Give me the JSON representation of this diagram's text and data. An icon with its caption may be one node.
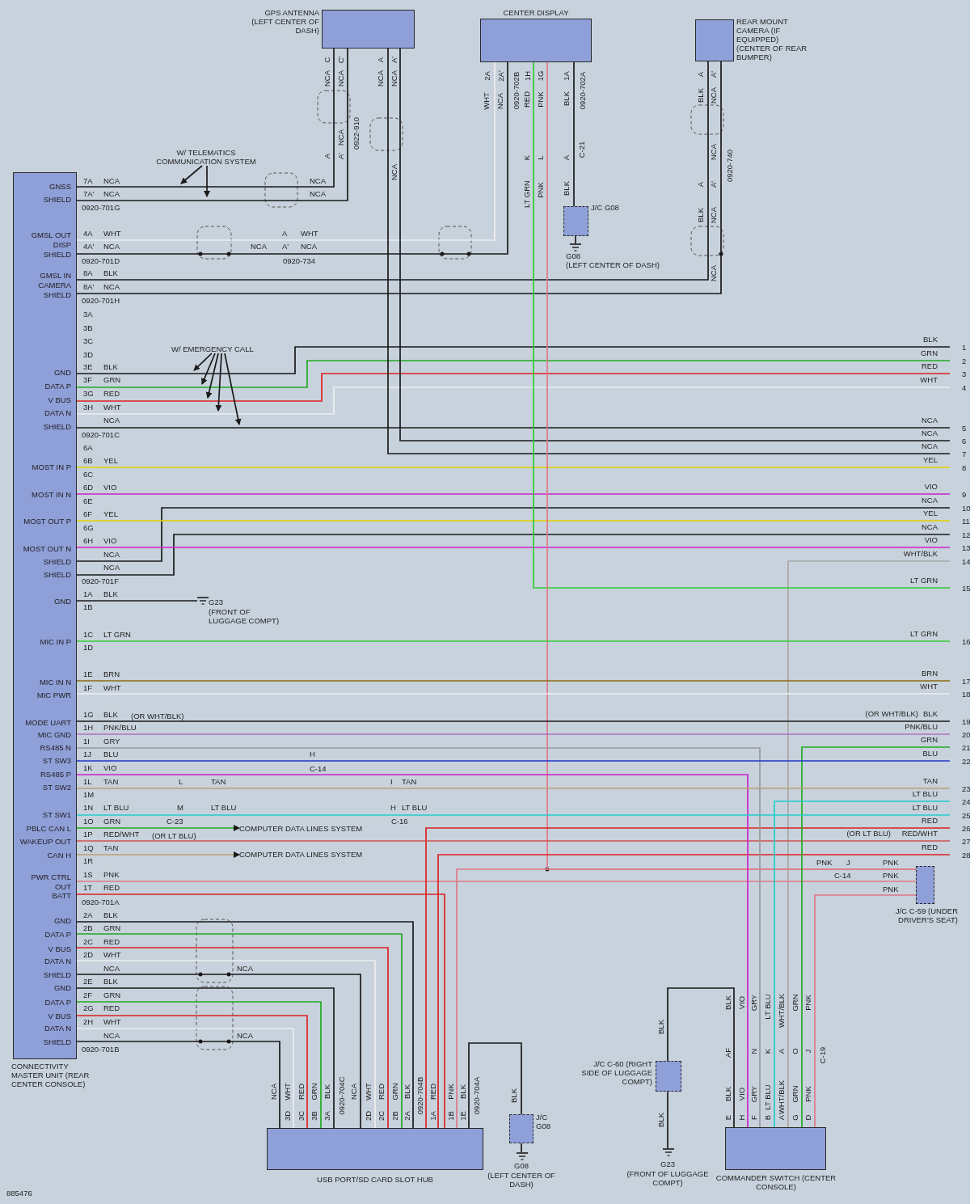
{
  "diagram": {
    "nodes": [
      {
        "text": [
          "CONNECTIVITY MASTER UNIT (REAR CENTER CONSOLE)",
          "GNSS",
          "SHIELD",
          "GMSL OUT",
          "DISP",
          "SHIELD",
          "GMSL IN",
          "CAMERA",
          "SHIELD",
          "GND",
          "DATA P",
          "V BUS",
          "DATA N",
          "SHIELD",
          "MOST IN P",
          "MOST IN N",
          "MOST OUT P",
          "MOST OUT N",
          "SHIELD",
          "SHIELD",
          "GND",
          "MIC IN P",
          "MIC IN N",
          "MIC PWR",
          "MODE UART",
          "MIC GND",
          "RS485 N",
          "ST SW3",
          "RS485 P",
          "ST SW2",
          "ST SW1",
          "PBLC CAN L",
          "WAKEUP OUT",
          "CAN H",
          "PWR CTRL",
          "OUT",
          "BATT",
          "GND",
          "DATA P",
          "V BUS",
          "DATA N",
          "SHIELD",
          "GND",
          "DATA P",
          "V BUS",
          "DATA N",
          "SHIELD"
        ]
      },
      {
        "text": [
          "GPS ANTENNA (LEFT CENTER OF DASH)"
        ]
      },
      {
        "text": [
          "CENTER DISPLAY"
        ]
      },
      {
        "text": [
          "REAR MOUNT CAMERA (IF EQUIPPED) (CENTER OF REAR BUMPER)"
        ]
      },
      {
        "text": [
          "J/C G08"
        ]
      },
      {
        "text": [
          "G08",
          "(LEFT CENTER OF DASH)"
        ]
      },
      {
        "text": [
          "G23",
          "(FRONT OF LUGGAGE COMPT)"
        ]
      },
      {
        "text": [
          "COMPUTER DATA LINES SYSTEM"
        ]
      },
      {
        "text": [
          "COMPUTER DATA LINES SYSTEM"
        ]
      },
      {
        "text": [
          "J/C C-59 (UNDER DRIVER'S SEAT)"
        ]
      },
      {
        "text": [
          "USB PORT/SD CARD SLOT HUB"
        ]
      },
      {
        "text": [
          "J/C G08"
        ]
      },
      {
        "text": [
          "G08",
          "(LEFT CENTER OF DASH)"
        ]
      },
      {
        "text": [
          "J/C C-60 (RIGHT SIDE OF LUGGAGE COMPT)"
        ]
      },
      {
        "text": [
          "G23",
          "(FRONT OF LUGGAGE COMPT)"
        ]
      },
      {
        "text": [
          "COMMANDER SWITCH (CENTER CONSOLE)"
        ]
      },
      {
        "text": [
          "W/ TELEMATICS COMMUNICATION SYSTEM"
        ]
      },
      {
        "text": [
          "W/ EMERGENCY CALL"
        ]
      }
    ],
    "edges": [
      {
        "from": 0,
        "to": 1,
        "arrow": "none"
      },
      {
        "from": 0,
        "to": 1,
        "arrow": "none"
      },
      {
        "from": 0,
        "to": 2,
        "arrow": "none",
        "color": "#eeeeee"
      },
      {
        "from": 0,
        "to": 2,
        "arrow": "none"
      },
      {
        "from": 0,
        "to": 3,
        "arrow": "none"
      },
      {
        "from": 0,
        "to": 3,
        "arrow": "none"
      },
      {
        "from": 0,
        "to": null,
        "arrow": "none"
      },
      {
        "from": 0,
        "to": null,
        "arrow": "none",
        "color": "#22aa22"
      },
      {
        "from": 0,
        "to": null,
        "arrow": "none",
        "color": "#dd2222"
      },
      {
        "from": 0,
        "to": null,
        "arrow": "none",
        "color": "#eeeeee"
      },
      {
        "from": 0,
        "to": null,
        "arrow": "none"
      },
      {
        "from": 1,
        "to": null,
        "arrow": "none"
      },
      {
        "from": 1,
        "to": null,
        "arrow": "none"
      },
      {
        "from": 0,
        "to": null,
        "arrow": "none",
        "color": "#e0d000"
      },
      {
        "from": 0,
        "to": null,
        "arrow": "none",
        "color": "#cc22cc"
      },
      {
        "from": 0,
        "to": null,
        "arrow": "none"
      },
      {
        "from": 0,
        "to": null,
        "arrow": "none"
      },
      {
        "from": 0,
        "to": null,
        "arrow": "none",
        "color": "#e0d000"
      },
      {
        "from": 0,
        "to": null,
        "arrow": "none",
        "color": "#cc22cc"
      },
      {
        "from": 15,
        "to": null,
        "arrow": "none",
        "color": "#a8a8a8"
      },
      {
        "from": 2,
        "to": null,
        "arrow": "none",
        "color": "#33cc33"
      },
      {
        "from": 2,
        "to": 4,
        "arrow": "none"
      },
      {
        "from": 4,
        "to": 5,
        "arrow": "none"
      },
      {
        "from": 2,
        "to": 9,
        "arrow": "none",
        "color": "#e07888"
      },
      {
        "from": 0,
        "to": 9,
        "arrow": "none",
        "color": "#e07888"
      },
      {
        "from": 10,
        "to": 9,
        "arrow": "none",
        "color": "#e07888"
      },
      {
        "from": 15,
        "to": 9,
        "arrow": "none",
        "color": "#e07888"
      },
      {
        "from": 0,
        "to": 10,
        "arrow": "none",
        "color": "#dd2222"
      },
      {
        "from": 10,
        "to": null,
        "arrow": "none",
        "color": "#dd2222"
      },
      {
        "from": 0,
        "to": null,
        "arrow": "none",
        "color": "#d05050"
      },
      {
        "from": 0,
        "to": 7,
        "arrow": "to",
        "color": "#22aa22"
      },
      {
        "from": 0,
        "to": 8,
        "arrow": "to",
        "color": "#b8a070"
      },
      {
        "from": 10,
        "to": null,
        "arrow": "none",
        "color": "#dd2222"
      },
      {
        "from": 0,
        "to": 6,
        "arrow": "none"
      },
      {
        "from": 0,
        "to": null,
        "arrow": "none",
        "color": "#33cc33"
      },
      {
        "from": 0,
        "to": null,
        "arrow": "none",
        "color": "#8b6b14"
      },
      {
        "from": 0,
        "to": null,
        "arrow": "none",
        "color": "#eeeeee"
      },
      {
        "from": 0,
        "to": null,
        "arrow": "none"
      },
      {
        "from": 0,
        "to": null,
        "arrow": "none",
        "color": "#b070c0"
      },
      {
        "from": 0,
        "to": 15,
        "arrow": "none",
        "color": "#999999"
      },
      {
        "from": 15,
        "to": null,
        "arrow": "none",
        "color": "#22aa22"
      },
      {
        "from": 0,
        "to": null,
        "arrow": "none",
        "color": "#2233cc"
      },
      {
        "from": 0,
        "to": 15,
        "arrow": "none",
        "color": "#cc22cc"
      },
      {
        "from": 0,
        "to": null,
        "arrow": "none",
        "color": "#b8a070"
      },
      {
        "from": 15,
        "to": null,
        "arrow": "none",
        "color": "#22cccc"
      },
      {
        "from": 0,
        "to": null,
        "arrow": "none",
        "color": "#22cccc"
      },
      {
        "from": 13,
        "to": 15,
        "arrow": "none"
      },
      {
        "from": 13,
        "to": 14,
        "arrow": "none"
      },
      {
        "from": 0,
        "to": 10,
        "arrow": "none"
      },
      {
        "from": 0,
        "to": 10,
        "arrow": "none",
        "color": "#22aa22"
      },
      {
        "from": 0,
        "to": 10,
        "arrow": "none",
        "color": "#dd2222"
      },
      {
        "from": 0,
        "to": 10,
        "arrow": "none",
        "color": "#eeeeee"
      },
      {
        "from": 0,
        "to": 10,
        "arrow": "none"
      },
      {
        "from": 0,
        "to": 10,
        "arrow": "none"
      },
      {
        "from": 0,
        "to": 10,
        "arrow": "none",
        "color": "#22aa22"
      },
      {
        "from": 0,
        "to": 10,
        "arrow": "none",
        "color": "#dd2222"
      },
      {
        "from": 0,
        "to": 10,
        "arrow": "none",
        "color": "#eeeeee"
      },
      {
        "from": 0,
        "to": 10,
        "arrow": "none"
      },
      {
        "from": 10,
        "to": 11,
        "arrow": "none"
      },
      {
        "from": 11,
        "to": 12,
        "arrow": "none"
      },
      {
        "from": 16,
        "to": null,
        "arrow": "to"
      },
      {
        "from": 16,
        "to": null,
        "arrow": "to"
      },
      {
        "from": 17,
        "to": null,
        "arrow": "to"
      },
      {
        "from": 17,
        "to": null,
        "arrow": "to"
      },
      {
        "from": 17,
        "to": null,
        "arrow": "to"
      },
      {
        "from": 17,
        "to": null,
        "arrow": "to"
      },
      {
        "from": 17,
        "to": null,
        "arrow": "to"
      }
    ],
    "labels": [
      "NCA",
      "C",
      "NCA",
      "C'",
      "NCA",
      "A",
      "NCA",
      "A'",
      "A",
      "NCA",
      "A'",
      "0922-910",
      "NCA",
      "WHT",
      "2A",
      "NCA",
      "2A'",
      "0920-702B",
      "RED",
      "1H",
      "PNK",
      "1G",
      "BLK",
      "1A",
      "0920-702A",
      "LT GRN",
      "K",
      "PNK",
      "L",
      "BLK",
      "A",
      "C-21",
      "BLK",
      "A",
      "NCA",
      "A'",
      "A",
      "NCA",
      "A'",
      "0920-740",
      "BLK",
      "NCA",
      "NCA",
      "NCA",
      "NCA",
      "A",
      "WHT",
      "NCA",
      "A'",
      "NCA",
      "0920-734",
      "7A",
      "NCA",
      "7A'",
      "NCA",
      "0920-701G",
      "4A",
      "WHT",
      "4A'",
      "NCA",
      "0920-701D",
      "8A",
      "BLK",
      "8A'",
      "NCA",
      "0920-701H",
      "3A",
      "3B",
      "3C",
      "3D",
      "3E",
      "BLK",
      "3F",
      "GRN",
      "3G",
      "RED",
      "3H",
      "WHT",
      "NCA",
      "0920-701C",
      "6A",
      "6B",
      "YEL",
      "6C",
      "6D",
      "VIO",
      "6E",
      "6F",
      "YEL",
      "6G",
      "6H",
      "VIO",
      "NCA",
      "NCA",
      "0920-701F",
      "1A",
      "BLK",
      "1B",
      "1C",
      "LT GRN",
      "1D",
      "1E",
      "BRN",
      "1F",
      "WHT",
      "1G",
      "BLK",
      "(OR WHT/BLK)",
      "1H",
      "PNK/BLU",
      "1I",
      "GRY",
      "1J",
      "BLU",
      "1K",
      "VIO",
      "1L",
      "TAN",
      "1M",
      "1N",
      "LT BLU",
      "1O",
      "GRN",
      "1P",
      "RED/WHT",
      "(OR LT BLU)",
      "1Q",
      "TAN",
      "1R",
      "1S",
      "PNK",
      "1T",
      "RED",
      "0920-701A",
      "2A",
      "BLK",
      "2B",
      "GRN",
      "2C",
      "RED",
      "2D",
      "WHT",
      "NCA",
      "2E",
      "BLK",
      "2F",
      "GRN",
      "2G",
      "RED",
      "2H",
      "WHT",
      "NCA",
      "0920-701B",
      "H",
      "C-14",
      "L",
      "TAN",
      "I",
      "TAN",
      "M",
      "LT BLU",
      "H",
      "LT BLU",
      "C-23",
      "C-16",
      "BLK",
      "1",
      "GRN",
      "2",
      "RED",
      "3",
      "WHT",
      "4",
      "NCA",
      "5",
      "NCA",
      "6",
      "NCA",
      "7",
      "YEL",
      "8",
      "VIO",
      "9",
      "NCA",
      "10",
      "YEL",
      "11",
      "NCA",
      "12",
      "VIO",
      "13",
      "WHT/BLK",
      "14",
      "LT GRN",
      "15",
      "LT GRN",
      "16",
      "BRN",
      "17",
      "WHT",
      "18",
      "(OR WHT/BLK)",
      "BLK",
      "19",
      "PNK/BLU",
      "20",
      "GRN",
      "21",
      "BLU",
      "22",
      "TAN",
      "23",
      "LT BLU",
      "24",
      "LT BLU",
      "25",
      "RED",
      "26",
      "(OR LT BLU)",
      "RED/WHT",
      "27",
      "RED",
      "28",
      "PNK",
      "J",
      "PNK",
      "C-14",
      "PNK",
      "PNK",
      "NCA",
      "NCA",
      "NCA",
      "WHT",
      "3D",
      "RED",
      "3C",
      "GRN",
      "3B",
      "BLK",
      "3A",
      "0920-704C",
      "NCA",
      "WHT",
      "2D",
      "RED",
      "2C",
      "GRN",
      "2B",
      "BLK",
      "2A",
      "0920-704B",
      "RED",
      "1A",
      "PNK",
      "1B",
      "BLK",
      "1E",
      "0920-704A",
      "BLK",
      "BLK",
      "BLK",
      "BLK",
      "VIO",
      "GRY",
      "LT BLU",
      "WHT/BLK",
      "GRN",
      "PNK",
      "AF",
      "N",
      "K",
      "A",
      "O",
      "J",
      "C-19",
      "BLK",
      "E",
      "VIO",
      "H",
      "GRY",
      "F",
      "LT BLU",
      "B",
      "WHT/BLK",
      "A",
      "GRN",
      "G",
      "PNK",
      "D",
      "885476"
    ]
  }
}
